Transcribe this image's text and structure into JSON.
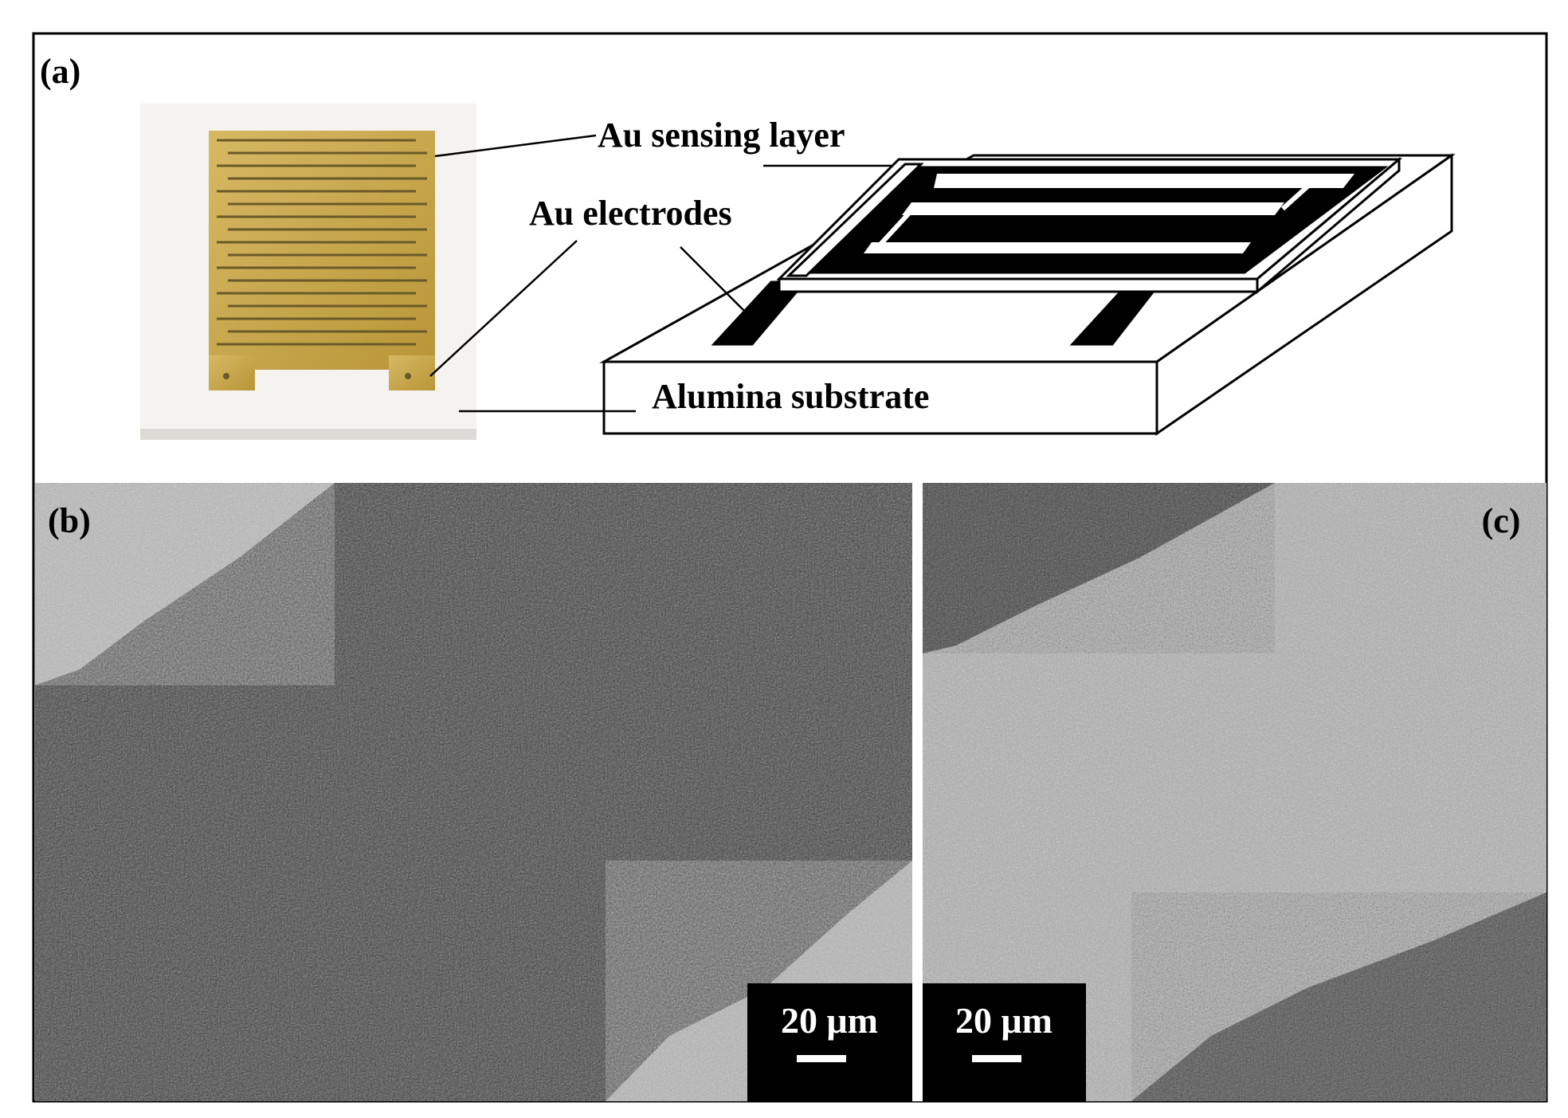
{
  "panels": {
    "a": {
      "label": "(a)",
      "annotations": {
        "sensing_layer": "Au sensing layer",
        "electrodes": "Au electrodes",
        "substrate": "Alumina substrate"
      }
    },
    "b": {
      "label": "(b)",
      "scale_bar": "20 μm"
    },
    "c": {
      "label": "(c)",
      "scale_bar": "20 μm"
    }
  },
  "colors": {
    "gold": "#c9a94c",
    "sem_dark": "#4a4a4a",
    "sem_light": "#b4b4b4"
  }
}
